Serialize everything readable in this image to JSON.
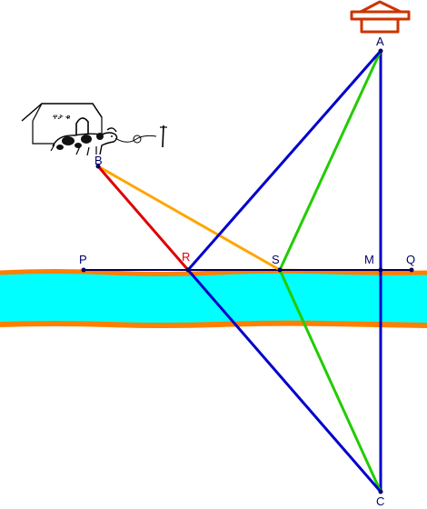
{
  "labels": {
    "A": "A",
    "B": "B",
    "C": "C",
    "P": "P",
    "Q": "Q",
    "R": "R",
    "S": "S",
    "M": "M"
  },
  "doghouse_sign": "ዋታ ቁ",
  "colors": {
    "river_water": "#00ffff",
    "river_bank": "#ff7f00",
    "segment_AC": "#0000cc",
    "segment_AR": "#0000cc",
    "segment_RC": "#0000cc",
    "segment_BR": "#dd0000",
    "segment_BS": "#ffa500",
    "segment_AS": "#22cc00",
    "segment_SC": "#22cc00",
    "line_PQ": "#000066",
    "label_R": "#dd0000",
    "label_default": "#000066",
    "house_outline": "#cc3300"
  },
  "icons": {
    "house": "house-icon",
    "dog_with_kennel": "dog-kennel-icon"
  }
}
